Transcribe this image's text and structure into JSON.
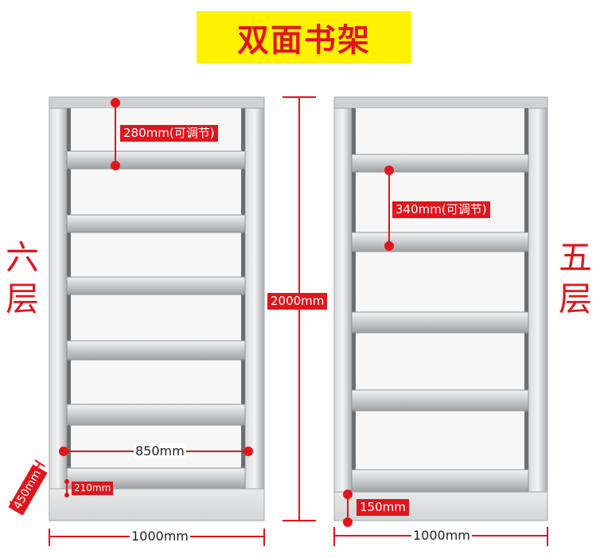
{
  "title": "双面书架",
  "left_shelf": {
    "layers_label": [
      "六",
      "层"
    ],
    "spacing_label": "280mm(可调节)",
    "inner_width_label": "850mm",
    "bottom_gap_label": "210mm",
    "depth_label": "450mm",
    "width_label": "1000mm"
  },
  "right_shelf": {
    "layers_label": [
      "五",
      "层"
    ],
    "spacing_label": "340mm(可调节)",
    "bottom_gap_label": "150mm",
    "width_label": "1000mm"
  },
  "height_label": "2000mm",
  "colors": {
    "accent_red": "#e0161c",
    "title_bg": "#fff200",
    "frame_gray": "#b9bcbe"
  }
}
